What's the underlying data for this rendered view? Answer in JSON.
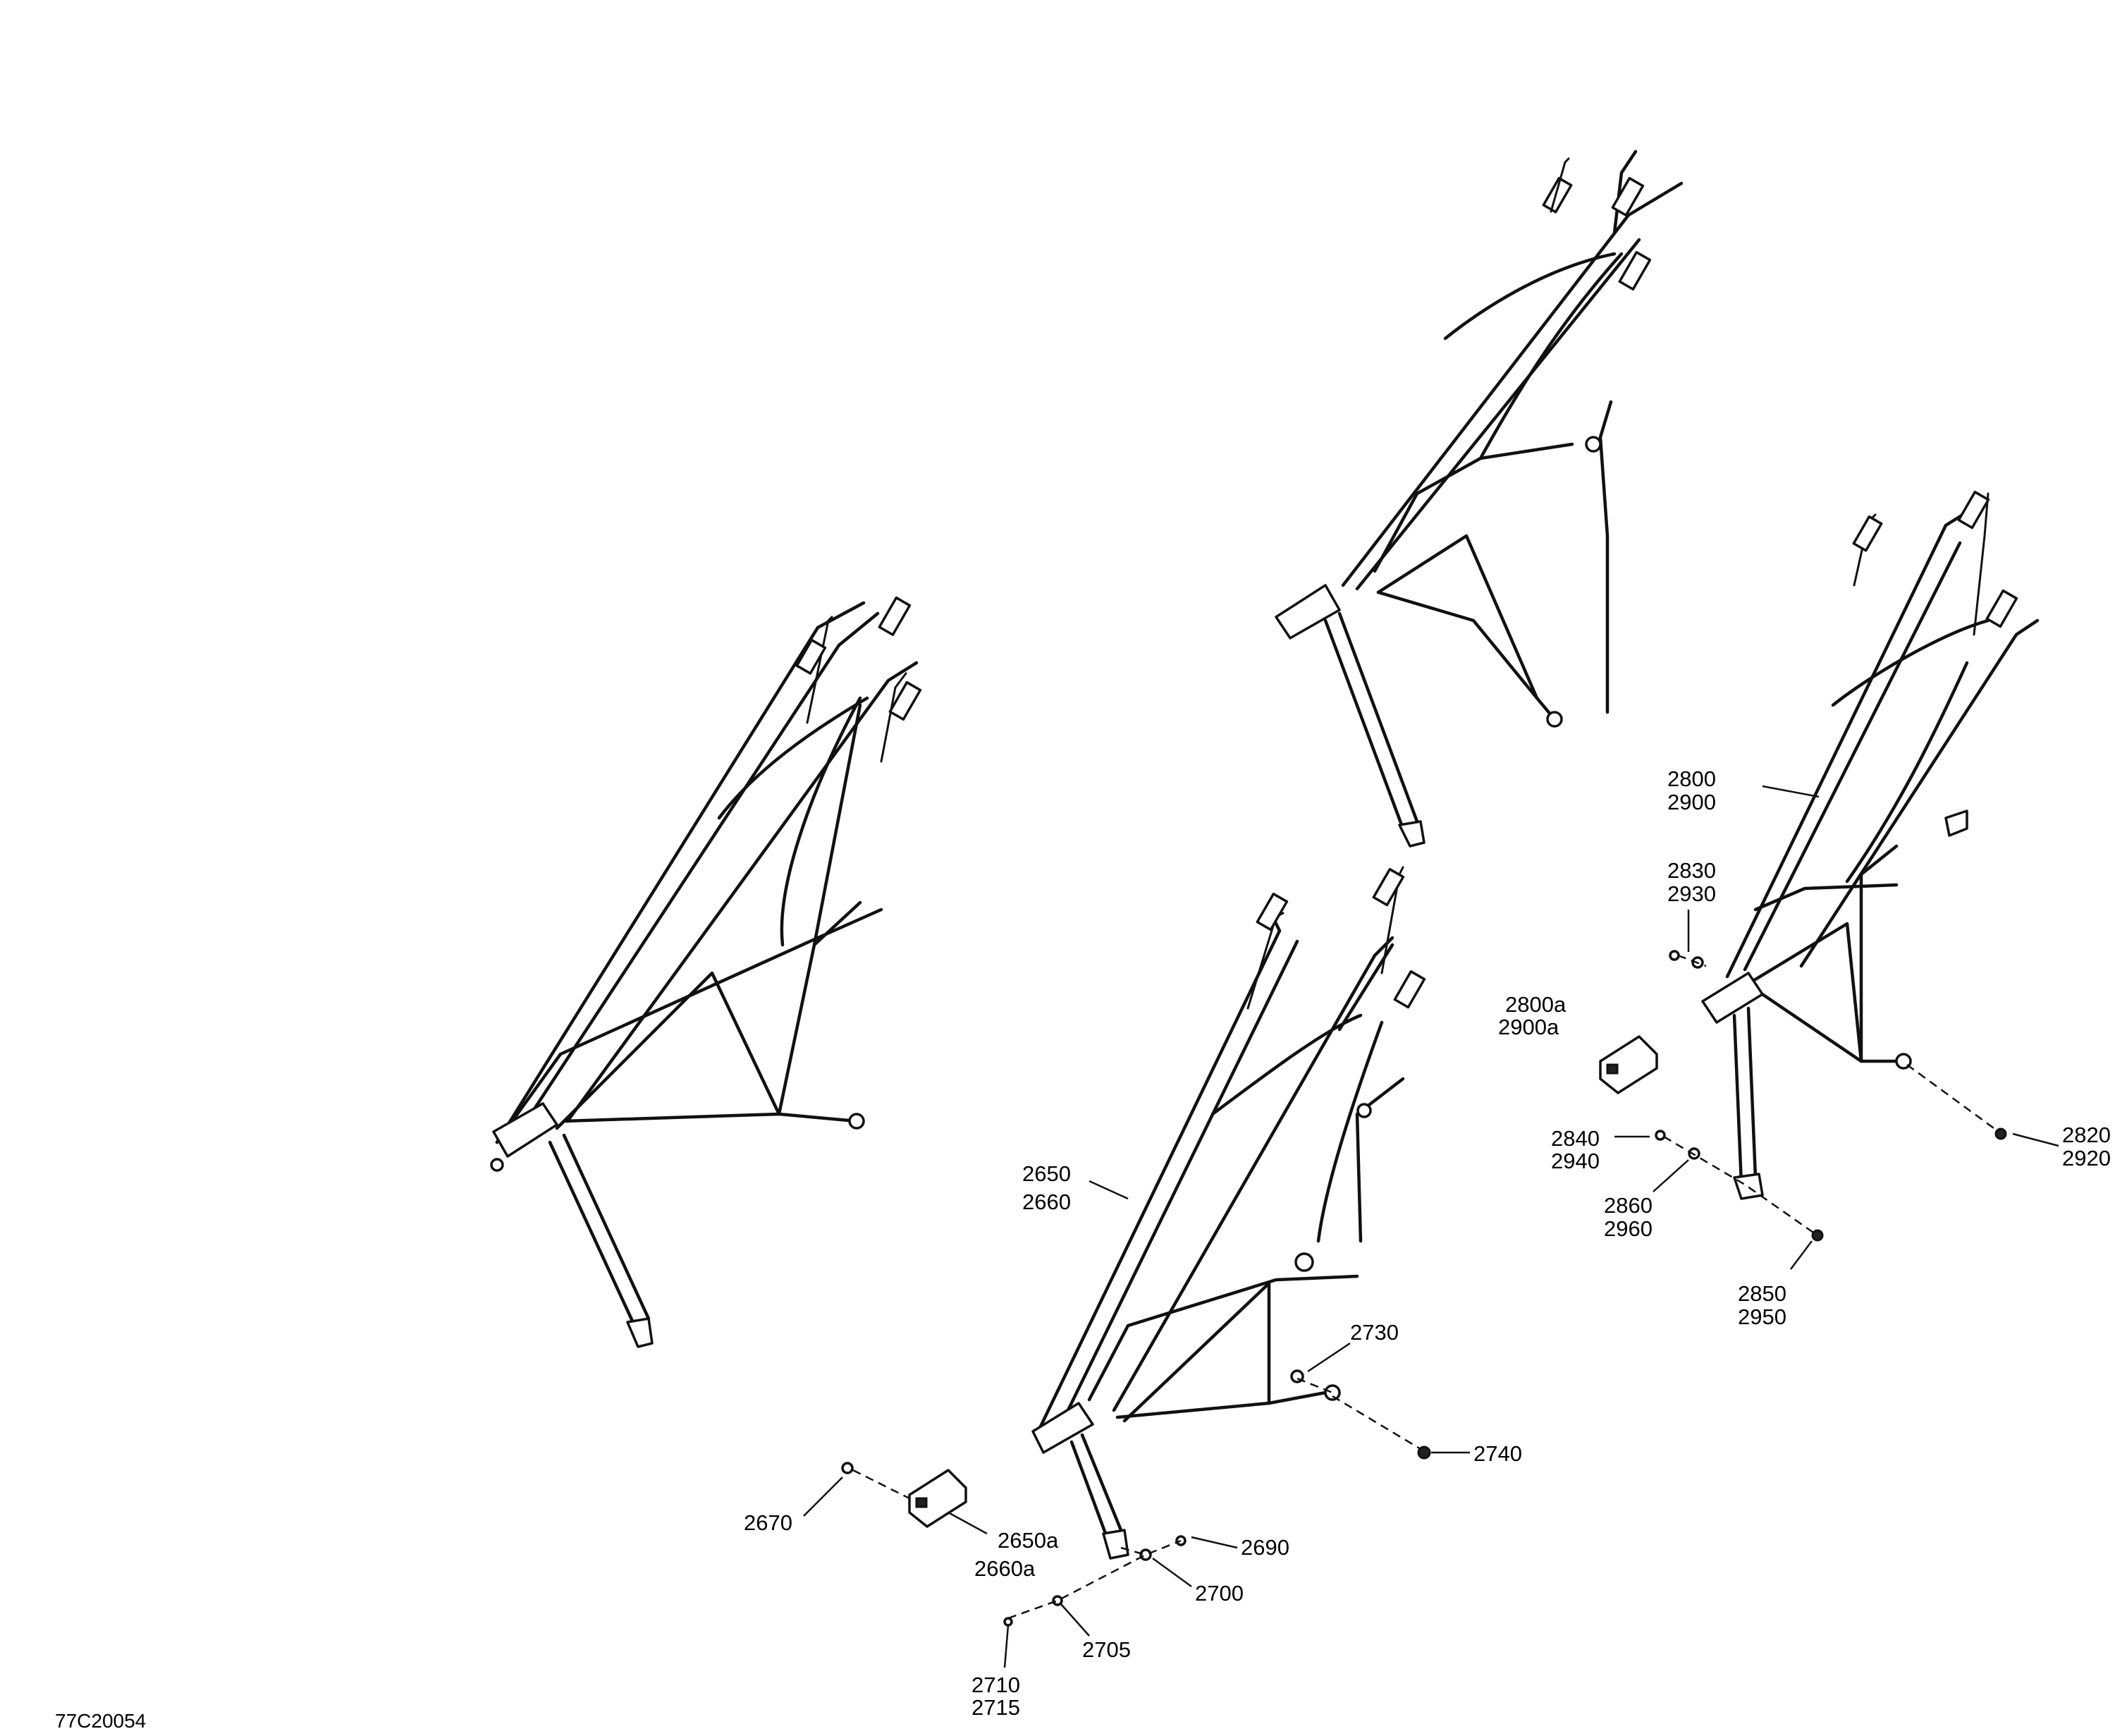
{
  "figure_id": "77C20054",
  "callouts": {
    "c2650": "2650",
    "c2660": "2660",
    "c2650a": "2650a",
    "c2660a": "2660a",
    "c2670": "2670",
    "c2690": "2690",
    "c2700": "2700",
    "c2705": "2705",
    "c2710": "2710",
    "c2715": "2715",
    "c2730": "2730",
    "c2740": "2740",
    "c2800": "2800",
    "c2900": "2900",
    "c2800a": "2800a",
    "c2900a": "2900a",
    "c2820": "2820",
    "c2920": "2920",
    "c2830": "2830",
    "c2930": "2930",
    "c2840": "2840",
    "c2940": "2940",
    "c2850": "2850",
    "c2950": "2950",
    "c2860": "2860",
    "c2960": "2960"
  }
}
